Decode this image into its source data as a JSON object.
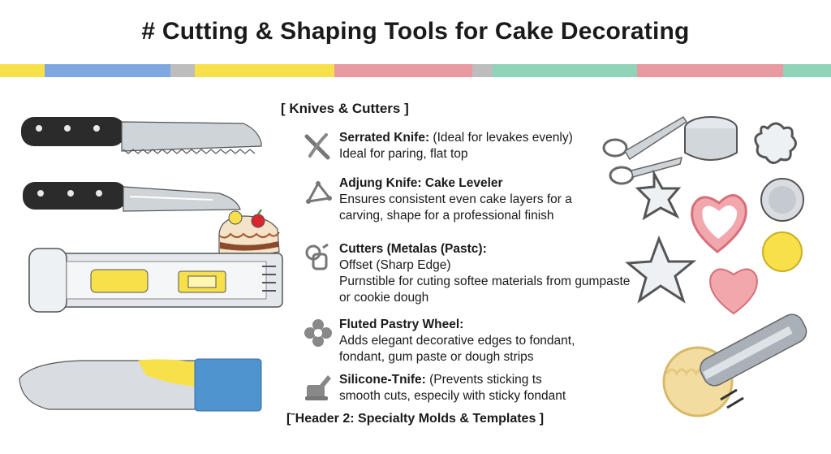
{
  "title": "# Cutting & Shaping Tools for Cake Decorating",
  "colors": {
    "yellow": "#f7e04a",
    "blue": "#7fa8e0",
    "gray": "#bdbdbd",
    "pink": "#e89aa0",
    "teal": "#8fd3b8",
    "steel": "#b9bfc6",
    "handle": "#2b2b2b"
  },
  "sections": {
    "knives": {
      "heading": "[ Knives & Cutters ]"
    },
    "molds": {
      "heading": "[ˉHeader 2: Specialty Molds & Templates ]"
    }
  },
  "items": [
    {
      "icon": "crossed-knives-icon",
      "name": "Serrated Knife:",
      "inline": " (Ideal for levakes evenly)",
      "lines": [
        "Ideal for paring, flat top"
      ]
    },
    {
      "icon": "cake-leveler-icon",
      "name": "Adjung Knife: Cake Leveler",
      "inline": "",
      "lines": [
        "Ensures consistent even cake layers for a",
        "carving, shape for a professional finish"
      ]
    },
    {
      "icon": "cutters-icon",
      "name": "Cutters (Metalas (Pastc):",
      "inline": "",
      "lines": [
        "Offset (Sharp Edge)",
        "Purnstible for cuting softee materials from gumpaste",
        "or cookie dough"
      ]
    },
    {
      "icon": "pastry-wheel-icon",
      "name": "Fluted Pastry Wheel:",
      "inline": "",
      "lines": [
        "Adds elegant decorative edges to fondant,",
        "fondant, gum paste or dough strips"
      ]
    },
    {
      "icon": "silicone-knife-icon",
      "name": "Silicone-Tnife:",
      "inline": " (Prevents sticking ts",
      "lines": [
        "smooth cuts, especily with sticky fondant"
      ]
    }
  ]
}
